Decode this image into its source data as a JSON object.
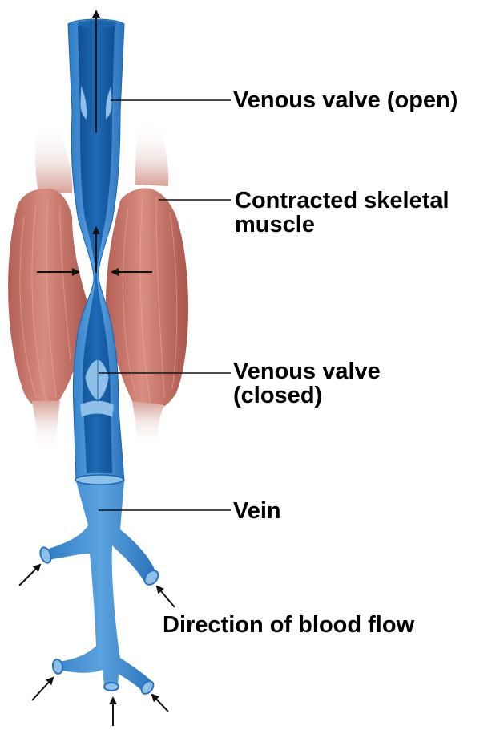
{
  "labels": {
    "valve_open": "Venous valve (open)",
    "muscle_line1": "Contracted skeletal",
    "muscle_line2": "muscle",
    "valve_closed_line1": "Venous valve",
    "valve_closed_line2": "(closed)",
    "vein": "Vein",
    "flow": "Direction of blood flow"
  },
  "colors": {
    "vein_dark": "#1b63ad",
    "vein_light": "#8fc1e8",
    "vein_mid": "#4f95d4",
    "muscle": "#c9776b",
    "muscle_dark": "#a9564c",
    "tendon": "#eee7e5",
    "arrow": "#111111"
  }
}
